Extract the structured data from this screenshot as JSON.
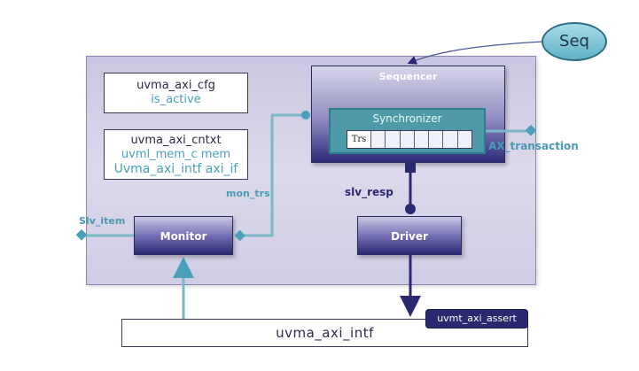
{
  "agent": {
    "config": {
      "title": "uvma_axi_cfg",
      "field": "is_active"
    },
    "context": {
      "title": "uvma_axi_cntxt",
      "field1": "uvml_mem_c mem",
      "field2": "Uvma_axi_intf axi_if"
    },
    "sequencer": {
      "title": "Sequencer",
      "synchronizer": {
        "title": "Synchronizer",
        "fifo_label": "Trs",
        "fifo_slots": 7
      }
    },
    "monitor": {
      "label": "Monitor"
    },
    "driver": {
      "label": "Driver"
    }
  },
  "seq": {
    "label": "Seq"
  },
  "interface": {
    "label": "uvma_axi_intf",
    "assert_label": "uvmt_axi_assert"
  },
  "labels": {
    "mon_trs": "mon_trs",
    "slv_item": "Slv_item",
    "slv_resp": "slv_resp",
    "ax_transaction": "AX_transaction"
  },
  "colors": {
    "teal": "#4aa0b8",
    "navy": "#2b2870",
    "agent_bg": "#cfcce5"
  }
}
